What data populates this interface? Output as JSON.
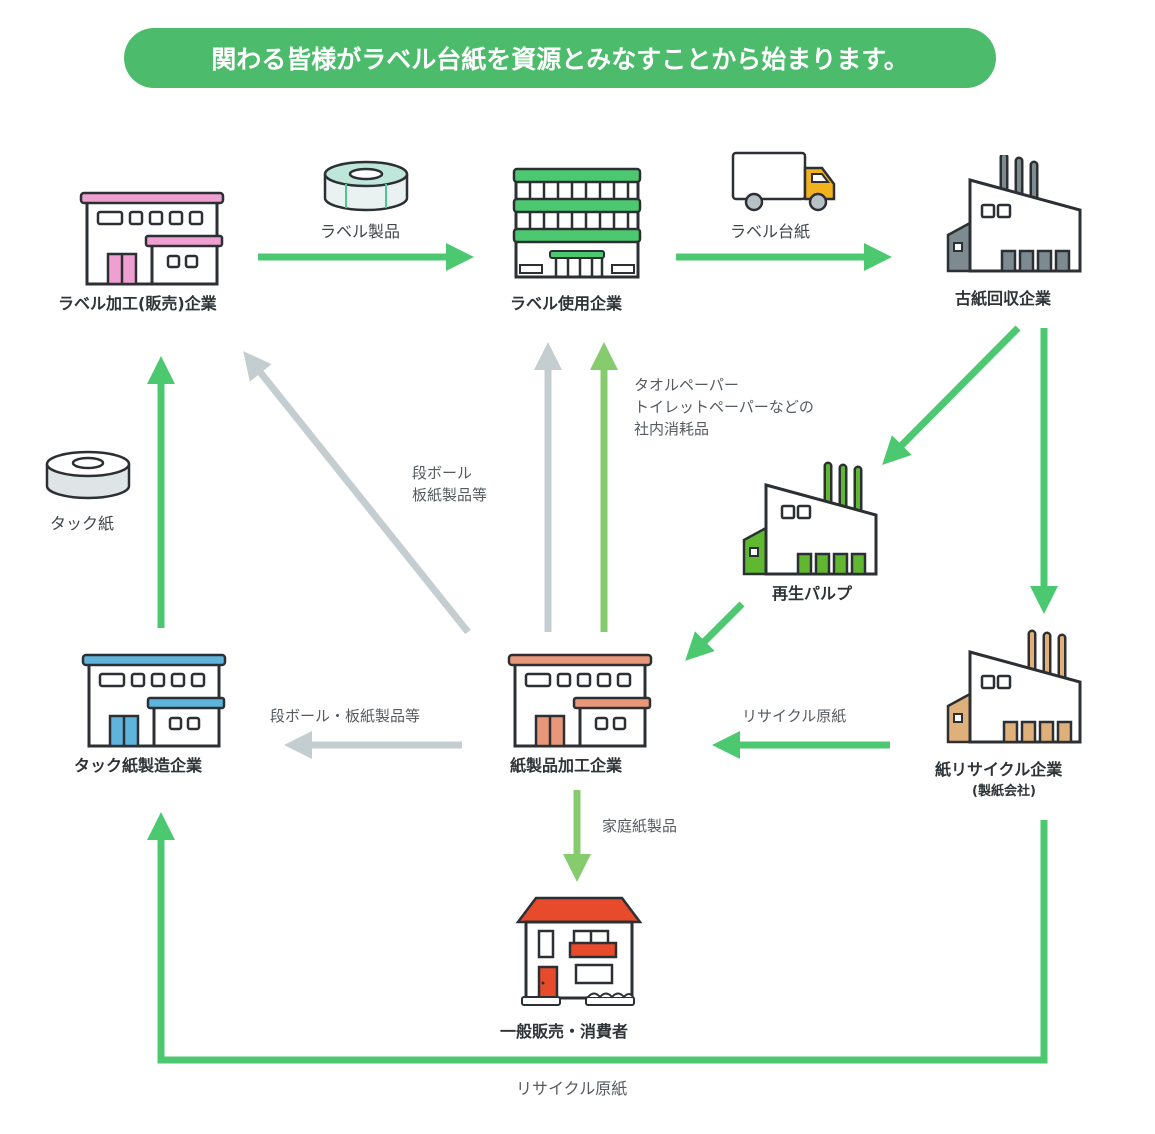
{
  "banner": {
    "text": "関わる皆様がラベル台紙を資源とみなすことから始まります。"
  },
  "colors": {
    "accent_green": "#4cc870",
    "light_green": "#86cc6e",
    "gray_arrow": "#c4cdd0",
    "banner_green": "#4cbc6c",
    "pink": "#ef9fd0",
    "blue": "#5fb4dc",
    "salmon": "#e8977a",
    "factory_gray": "#7d8a90",
    "factory_green": "#60b830",
    "factory_tan": "#e0b07a",
    "house_red": "#e84a2c",
    "truck_yellow": "#f2b21e"
  },
  "nodes": {
    "label_processor": {
      "label": "ラベル加工(販売)企業",
      "icon": "building-icon"
    },
    "label_user": {
      "label": "ラベル使用企業",
      "icon": "office-building-icon"
    },
    "waste_collector": {
      "label": "古紙回収企業",
      "icon": "factory-icon"
    },
    "recycled_pulp": {
      "label": "再生パルプ",
      "icon": "factory-icon"
    },
    "paper_recycler": {
      "label": "紙リサイクル企業",
      "sublabel": "(製紙会社)",
      "icon": "factory-icon"
    },
    "paper_product_processor": {
      "label": "紙製品加工企業",
      "icon": "building-icon"
    },
    "tack_paper_maker": {
      "label": "タック紙製造企業",
      "icon": "building-icon"
    },
    "consumer": {
      "label": "一般販売・消費者",
      "icon": "house-icon"
    }
  },
  "items": {
    "label_products": {
      "label": "ラベル製品",
      "icon": "label-roll-icon"
    },
    "label_backing": {
      "label": "ラベル台紙",
      "icon": "truck-icon"
    },
    "tack_paper": {
      "label": "タック紙",
      "icon": "paper-roll-icon"
    }
  },
  "flows": {
    "cardboard_up": {
      "lines": [
        "段ボール",
        "板紙製品等"
      ]
    },
    "consumables": {
      "lines": [
        "タオルペーパー",
        "トイレットペーパーなどの",
        "社内消耗品"
      ]
    },
    "cardboard_left": {
      "label": "段ボール・板紙製品等"
    },
    "recycled_base_paper": {
      "label": "リサイクル原紙"
    },
    "household_paper": {
      "label": "家庭紙製品"
    },
    "recycled_base_paper_bottom": {
      "label": "リサイクル原紙"
    }
  }
}
